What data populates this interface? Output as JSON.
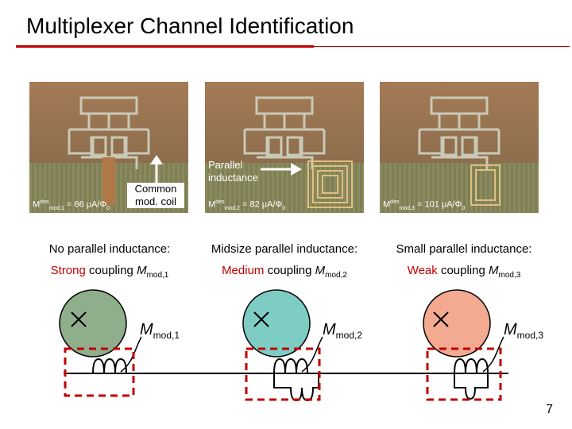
{
  "slide": {
    "title": "Multiplexer Channel Identification",
    "page_number": "7"
  },
  "photos": [
    {
      "label_prefix": "M",
      "label_sup": "des",
      "label_sub": "mod,1",
      "label_value": " = 66 μA/Φ",
      "label_tail": "0"
    },
    {
      "label_prefix": "M",
      "label_sup": "des",
      "label_sub": "mod,2",
      "label_value": " = 82 μA/Φ",
      "label_tail": "0"
    },
    {
      "label_prefix": "M",
      "label_sup": "des",
      "label_sub": "mod,3",
      "label_value": " = 101 μA/Φ",
      "label_tail": "0"
    }
  ],
  "annotations": {
    "common_coil_line1": "Common",
    "common_coil_line2": "mod. coil",
    "parallel_line1": "Parallel",
    "parallel_line2": "inductance"
  },
  "columns": [
    {
      "heading": "No parallel inductance:",
      "strength": "Strong",
      "text": " coupling ",
      "symbol": "M",
      "sub": "mod,1"
    },
    {
      "heading": "Midsize parallel inductance:",
      "strength": "Medium",
      "text": " coupling ",
      "symbol": "M",
      "sub": "mod,2"
    },
    {
      "heading": "Small parallel inductance:",
      "strength": "Weak",
      "text": " coupling ",
      "symbol": "M",
      "sub": "mod,3"
    }
  ],
  "diagram": {
    "labels": [
      {
        "symbol": "M",
        "sub": "mod,1"
      },
      {
        "symbol": "M",
        "sub": "mod,2"
      },
      {
        "symbol": "M",
        "sub": "mod,3"
      }
    ],
    "circle_colors": [
      "#8fae8b",
      "#7ecdc4",
      "#f3aa90"
    ],
    "box_color": "#c00000"
  }
}
